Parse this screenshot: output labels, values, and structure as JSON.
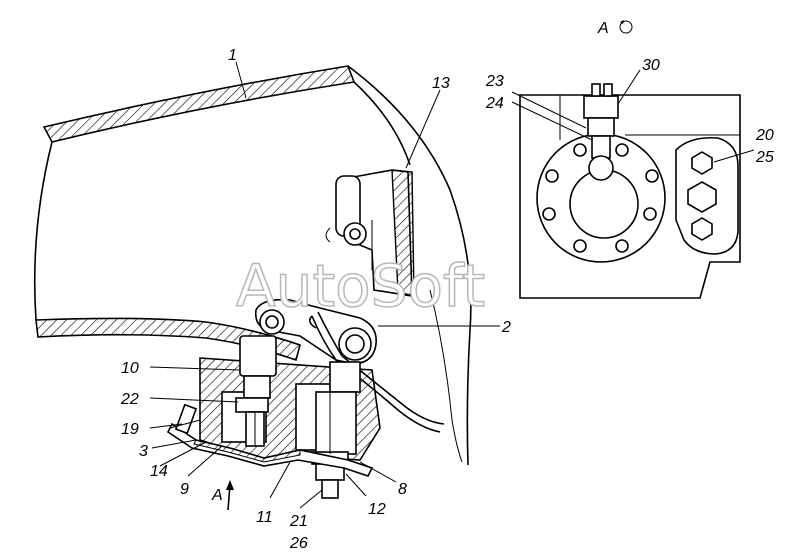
{
  "watermark": "AutoSoft",
  "view_label": "A",
  "view_marker_label": "A",
  "callouts": {
    "c1": "1",
    "c2": "2",
    "c3": "3",
    "c8": "8",
    "c9": "9",
    "c10": "10",
    "c11": "11",
    "c12": "12",
    "c13": "13",
    "c14": "14",
    "c19": "19",
    "c20": "20",
    "c21": "21",
    "c22": "22",
    "c23": "23",
    "c24": "24",
    "c25": "25",
    "c26": "26",
    "c30": "30"
  },
  "colors": {
    "line": "#000000",
    "background": "#ffffff",
    "watermark_outline": "#b8b8b8"
  }
}
